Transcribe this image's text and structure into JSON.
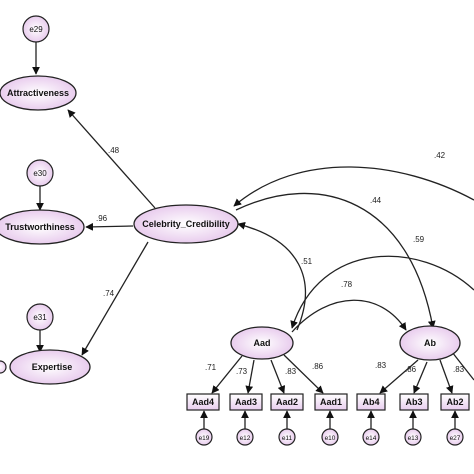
{
  "latent": {
    "attractiveness": "Attractiveness",
    "trustworthiness": "Trustworthiness",
    "expertise": "Expertise",
    "celebrity_credibility": "Celebrity_Credibility",
    "aad": "Aad",
    "ab": "Ab"
  },
  "errors": {
    "e29": "e29",
    "e30": "e30",
    "e31": "e31",
    "e19": "e19",
    "e12": "e12",
    "e11": "e11",
    "e10": "e10",
    "e14": "e14",
    "e13": "e13",
    "e27": "e27"
  },
  "indicators": {
    "aad4": "Aad4",
    "aad3": "Aad3",
    "aad2": "Aad2",
    "aad1": "Aad1",
    "ab4": "Ab4",
    "ab3": "Ab3",
    "ab2": "Ab2"
  },
  "coefficients": {
    "cc_attr": ".48",
    "cc_trust": ".96",
    "cc_exp": ".74",
    "aad_cc": ".51",
    "ab_cc": ".44",
    "right_cc": ".42",
    "right_aad": ".59",
    "aad_ab": ".78",
    "aad4": ".71",
    "aad3": ".73",
    "aad2": ".83",
    "aad1": ".86",
    "ab4": ".83",
    "ab3": ".86",
    "ab2": ".83"
  },
  "colors": {
    "ellipse_fill_center": "#ffffff",
    "ellipse_fill_edge": "#e6c3ec",
    "stroke": "#222222"
  }
}
